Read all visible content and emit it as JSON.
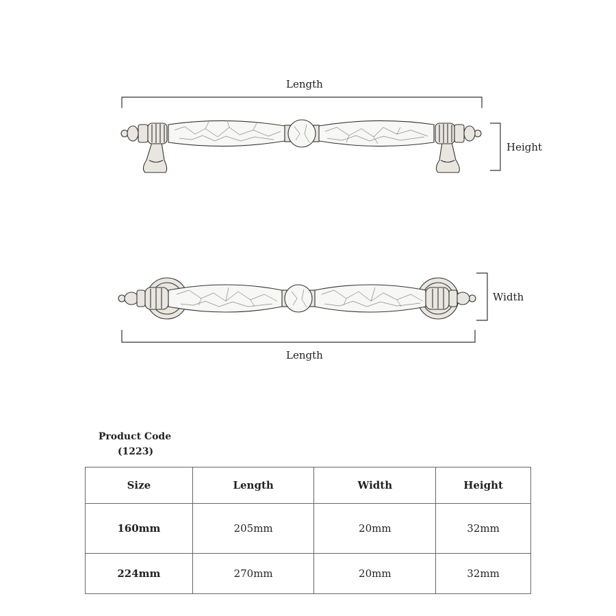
{
  "side_view": {
    "length_label": "Length",
    "height_label": "Height"
  },
  "top_view": {
    "width_label": "Width",
    "length_label": "Length"
  },
  "product": {
    "title": "Product Code",
    "code": "(1223)"
  },
  "table": {
    "headers": [
      "Size",
      "Length",
      "Width",
      "Height"
    ],
    "rows": [
      {
        "size": "160mm",
        "length": "205mm",
        "width": "20mm",
        "height": "32mm"
      },
      {
        "size": "224mm",
        "length": "270mm",
        "width": "20mm",
        "height": "32mm"
      }
    ]
  },
  "colors": {
    "line": "#333333",
    "marble_fill": "#f7f7f5",
    "metal_fill": "#e9e6e0"
  }
}
